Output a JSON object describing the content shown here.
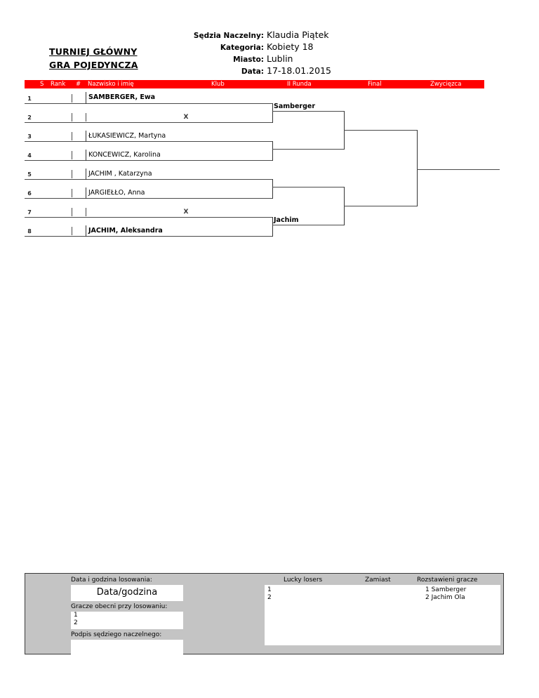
{
  "title": {
    "line1": "TURNIEJ GŁÓWNY",
    "line2": "GRA POJEDYNCZA"
  },
  "info": {
    "referee_label": "Sędzia Naczelny:",
    "referee_value": "Klaudia Piątek",
    "category_label": "Kategoria:",
    "category_value": "Kobiety 18",
    "city_label": "Miasto:",
    "city_value": "Lublin",
    "date_label": "Data:",
    "date_value": "17-18.01.2015"
  },
  "columns": {
    "s": "S",
    "rank": "Rank",
    "number": "#",
    "name": "Nazwisko i imię",
    "club": "Klub",
    "round2": "II Runda",
    "final": "Final",
    "winner": "Zwycięzca"
  },
  "bracket": {
    "draw_size": 8,
    "entries": [
      {
        "seed": "1",
        "name": "SAMBERGER, Ewa",
        "bold": true,
        "bye": false
      },
      {
        "seed": "2",
        "name": "",
        "bold": false,
        "bye": true
      },
      {
        "seed": "3",
        "name": "ŁUKASIEWICZ, Martyna",
        "bold": false,
        "bye": false
      },
      {
        "seed": "4",
        "name": "KONCEWICZ, Karolina",
        "bold": false,
        "bye": false
      },
      {
        "seed": "5",
        "name": "JACHIM , Katarzyna",
        "bold": false,
        "bye": false
      },
      {
        "seed": "6",
        "name": "JARGIEŁŁO, Anna",
        "bold": false,
        "bye": false
      },
      {
        "seed": "7",
        "name": "",
        "bold": false,
        "bye": true
      },
      {
        "seed": "8",
        "name": "JACHIM, Aleksandra",
        "bold": true,
        "bye": false
      }
    ],
    "bye_mark": "X",
    "round2": [
      {
        "name": "Samberger"
      },
      {
        "name": ""
      },
      {
        "name": ""
      },
      {
        "name": "Jachim"
      }
    ],
    "final": [
      {
        "name": ""
      },
      {
        "name": ""
      }
    ],
    "winner": {
      "name": ""
    }
  },
  "form": {
    "draw_datetime_label": "Data i godzina losowania:",
    "draw_datetime_value": "Data/godzina",
    "players_present_label": "Gracze obecni przy losowaniu:",
    "players_present": [
      "1",
      "2"
    ],
    "signature_label": "Podpis sędziego naczelnego:",
    "signature_value": "",
    "lucky_losers_header": "Lucky losers",
    "instead_header": "Zamiast",
    "seeded_players_header": "Rozstawieni gracze",
    "lucky_losers": [
      "1",
      "2"
    ],
    "instead": [
      "",
      ""
    ],
    "seeded_players": [
      "1 Samberger",
      "2 Jachim Ola"
    ]
  },
  "colors": {
    "header_bar": "#ff0000",
    "header_text": "#ffffff",
    "form_background": "#c4c4c4",
    "line": "#4a4a4a"
  }
}
